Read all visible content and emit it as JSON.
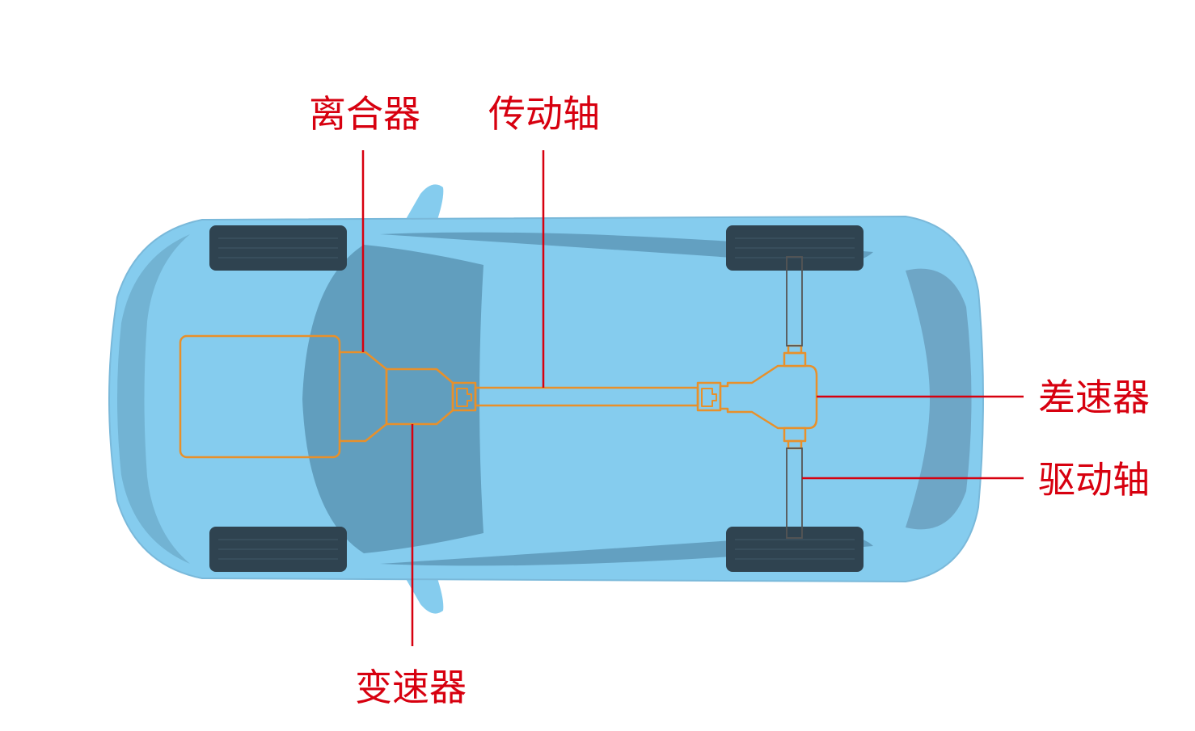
{
  "labels": {
    "clutch": "离合器",
    "driveshaft": "传动轴",
    "gearbox": "变速器",
    "differential": "差速器",
    "halfshaft": "驱动轴"
  },
  "colors": {
    "car_body": "#85ccee",
    "car_shade": "#5a95b5",
    "tire": "#2f4350",
    "drivetrain": "#e8902a",
    "axle_outline": "#555555",
    "callout": "#d7000f"
  }
}
